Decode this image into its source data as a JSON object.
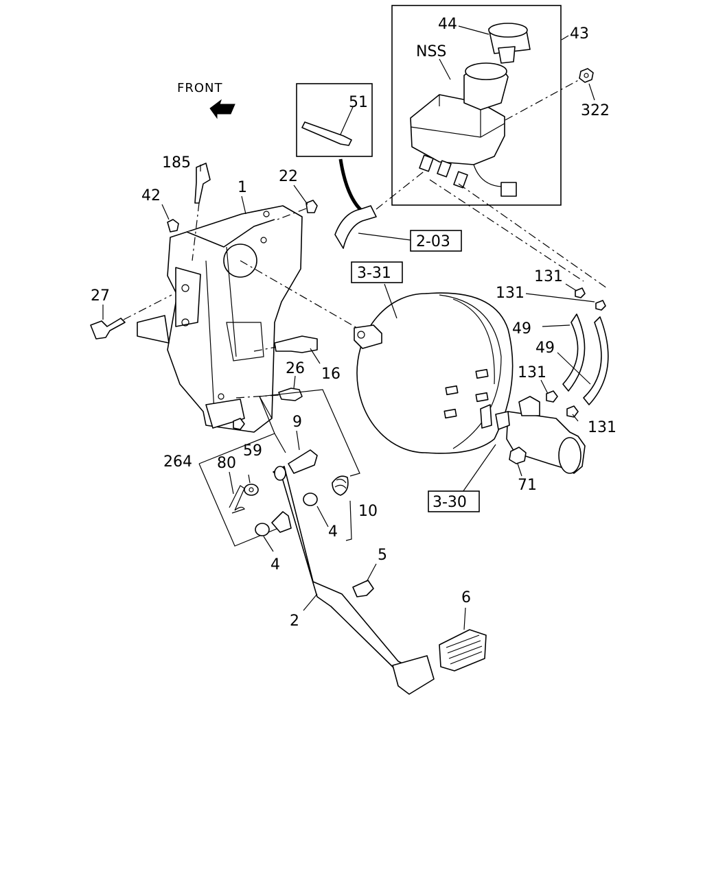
{
  "front_label": "FRONT",
  "labels": {
    "l44": "44",
    "l43": "43",
    "lnss": "NSS",
    "l322": "322",
    "l51": "51",
    "l185": "185",
    "l1": "1",
    "l22": "22",
    "l42": "42",
    "l203": "2-03",
    "l331": "3-31",
    "l27": "27",
    "l131a": "131",
    "l131b": "131",
    "l49a": "49",
    "l49b": "49",
    "l131c": "131",
    "l131d": "131",
    "l26": "26",
    "l16": "16",
    "l9": "9",
    "l264": "264",
    "l80": "80",
    "l59": "59",
    "l10": "10",
    "l4a": "4",
    "l4b": "4",
    "l71": "71",
    "l330": "3-30",
    "l5": "5",
    "l6": "6",
    "l2": "2"
  }
}
